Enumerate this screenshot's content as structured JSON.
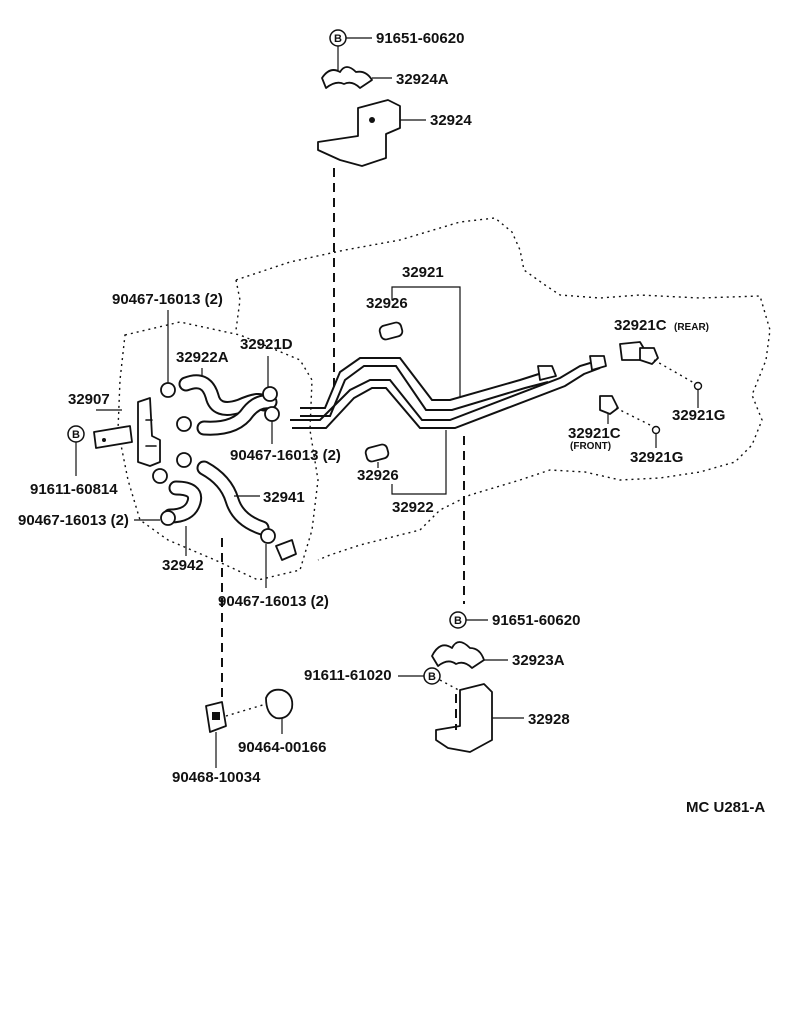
{
  "diagram": {
    "labels": {
      "bolt_top": "91651-60620",
      "bracket_clamp_top": "32924A",
      "bracket_top": "32924",
      "pipe_assy_upper": "32921",
      "grommet_upper": "32926",
      "clip_upper_left": "90467-16013 (2)",
      "hose_d": "32921D",
      "hose_upper": "32922A",
      "cooler": "32907",
      "bolt_left": "91611-60814",
      "clip_middle": "90467-16013 (2)",
      "clip_lower_left": "90467-16013 (2)",
      "hose_lower_right": "32941",
      "hose_lower_left": "32942",
      "clip_lower": "90467-16013 (2)",
      "grommet_lower": "32926",
      "pipe_assy_lower": "32922",
      "connector_rear": "32921C",
      "connector_rear_note": "(REAR)",
      "gasket_rear": "32921G",
      "connector_front": "32921C",
      "connector_front_note": "(FRONT)",
      "gasket_front": "32921G",
      "bolt_lower": "91651-60620",
      "clamp_lower": "32923A",
      "bolt_lower_left": "91611-61020",
      "bracket_lower": "32928",
      "cushion": "90464-00166",
      "grommet_bottom": "90468-10034",
      "drawing_code": "MC U281-A"
    },
    "bolt_marker": "B"
  }
}
